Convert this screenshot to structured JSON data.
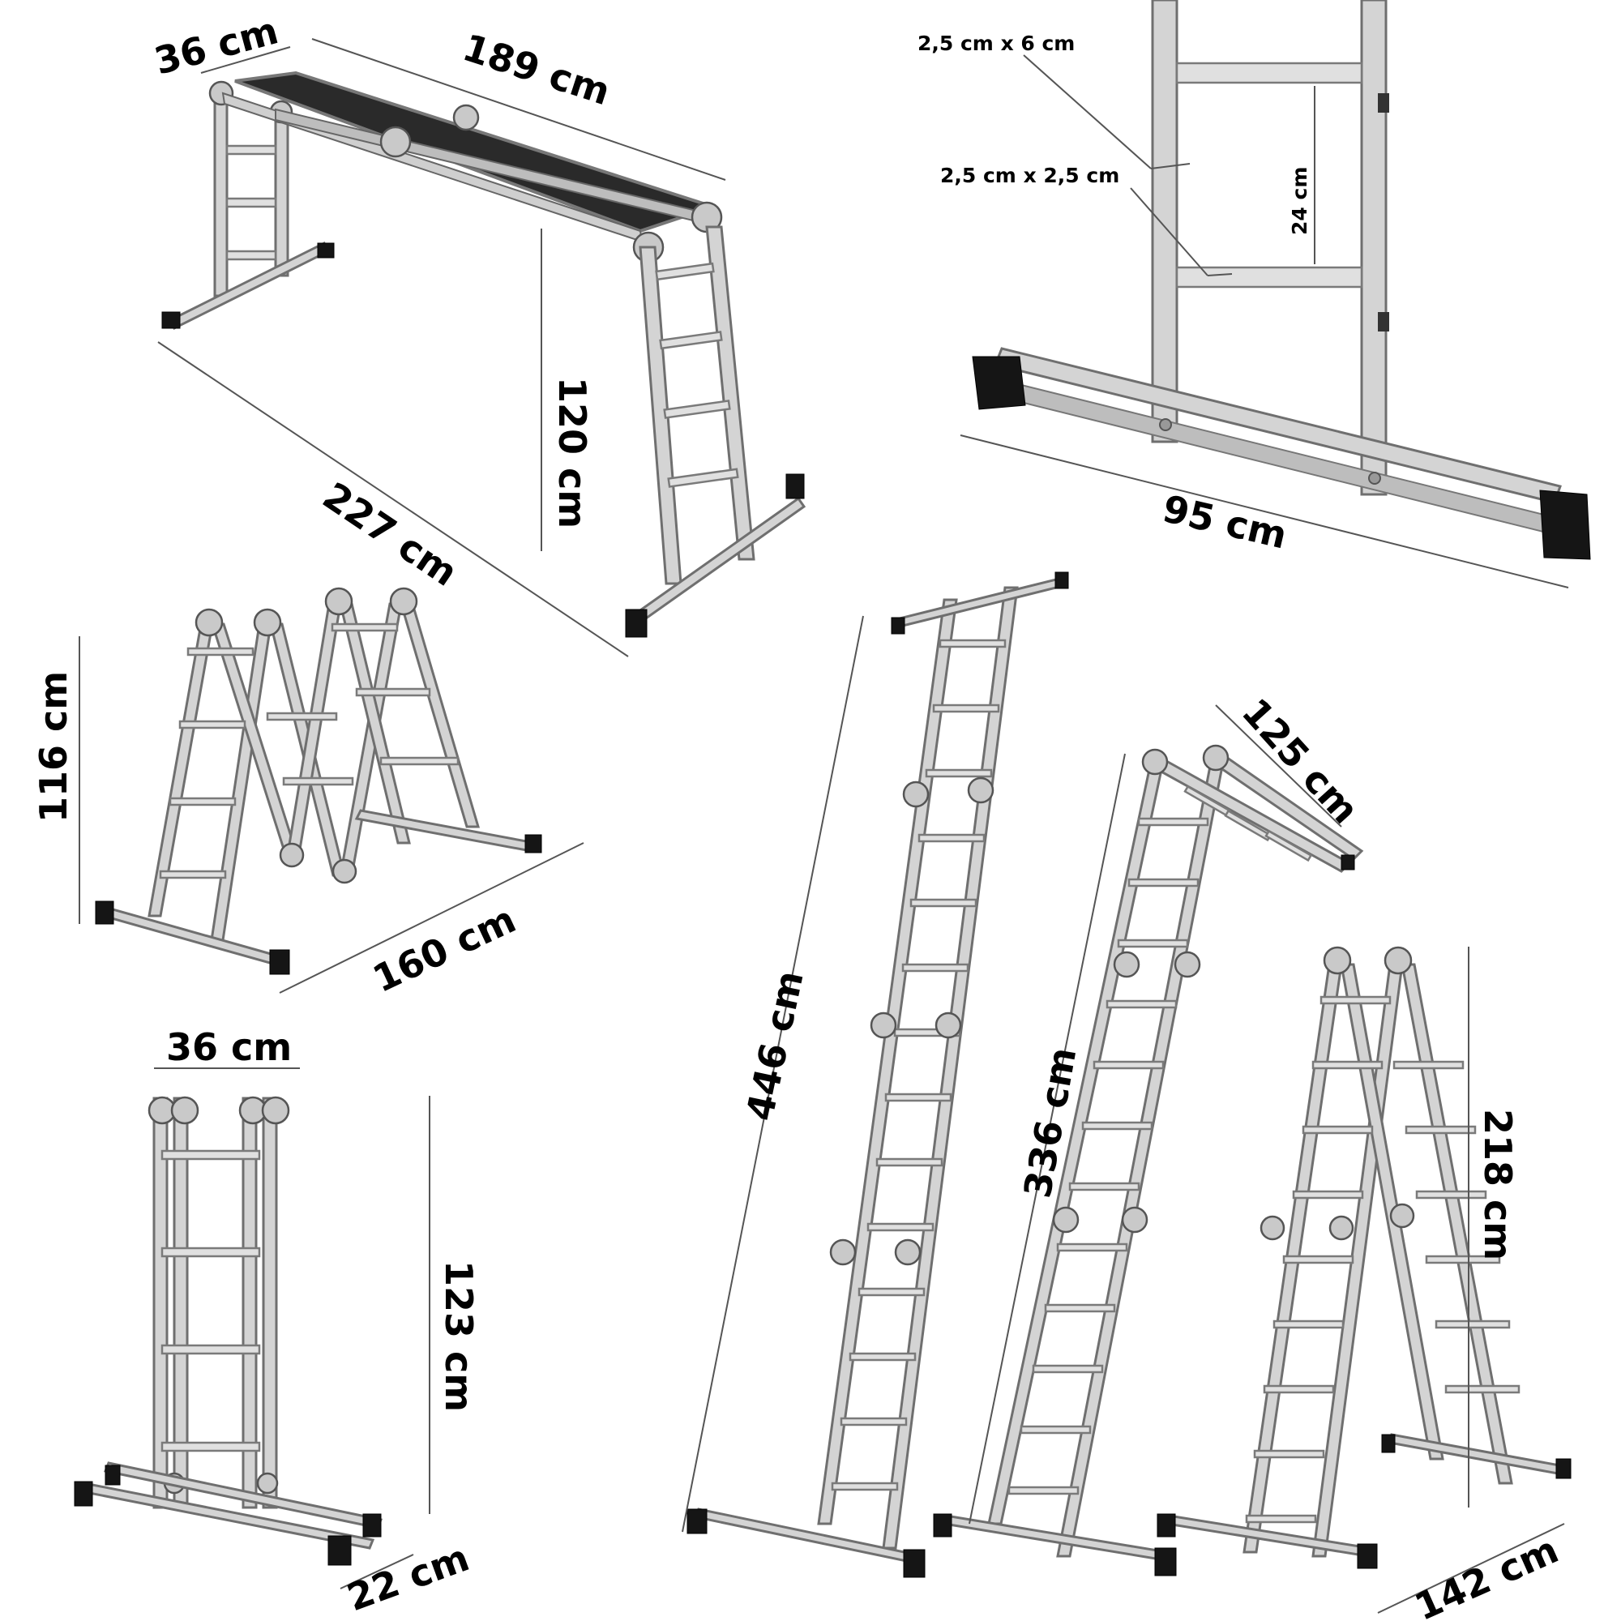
{
  "diagram": {
    "labels": {
      "platform_width": "36 cm",
      "platform_length": "189 cm",
      "platform_height": "120 cm",
      "platform_span": "227 cm",
      "rail_profile": "2,5 cm x 6 cm",
      "rung_profile": "2,5 cm x 2,5 cm",
      "rung_spacing": "24 cm",
      "stabilizer_width": "95 cm",
      "m_height": "116 cm",
      "m_length": "160 cm",
      "folded_width": "36 cm",
      "folded_height": "123 cm",
      "folded_depth": "22 cm",
      "straight_length": "446 cm",
      "mixed_length": "336 cm",
      "mixed_arm": "125 cm",
      "a_frame_height": "218 cm",
      "a_frame_base": "142 cm"
    }
  }
}
